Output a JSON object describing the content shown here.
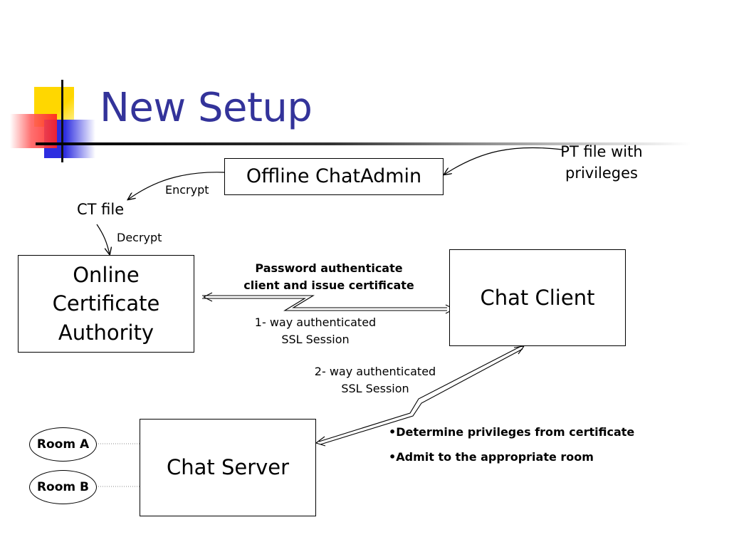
{
  "slide": {
    "title": "New Setup"
  },
  "nodes": {
    "offline_chatadmin": "Offline ChatAdmin",
    "online_ca_line1": "Online",
    "online_ca_line2": "Certificate",
    "online_ca_line3": "Authority",
    "chat_client": "Chat Client",
    "chat_server": "Chat Server",
    "room_a": "Room A",
    "room_b": "Room B"
  },
  "labels": {
    "pt_file_line1": "PT file with",
    "pt_file_line2": "privileges",
    "encrypt": "Encrypt",
    "ct_file": "CT file",
    "decrypt": "Decrypt",
    "password_line1": "Password authenticate",
    "password_line2": "client and issue certificate",
    "oneway_line1": "1- way authenticated",
    "oneway_line2": "SSL Session",
    "twoway_line1": "2- way authenticated",
    "twoway_line2": "SSL Session"
  },
  "notes": [
    "•Determine privileges from certificate",
    "•Admit to the appropriate room"
  ],
  "colors": {
    "title": "#33339a",
    "logo_yellow": "#ffd700",
    "logo_blue": "#2d2de0",
    "logo_red": "#ff4040"
  }
}
